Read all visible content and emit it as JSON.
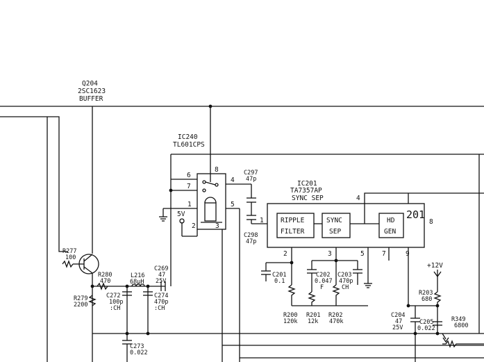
{
  "colors": {
    "ink": "#111111",
    "paper": "#ffffff"
  },
  "q204": {
    "ref": "Q204",
    "part": "2SC1623",
    "role": "BUFFER"
  },
  "ic240": {
    "ref": "IC240",
    "part": "TL601CPS",
    "pins": [
      "6",
      "8",
      "7",
      "4",
      "1",
      "5",
      "2",
      "3"
    ]
  },
  "ic201": {
    "ref": "IC201",
    "part": "TA7357AP",
    "role": "SYNC SEP",
    "number": "201",
    "blocks": {
      "ripple_1": "RIPPLE",
      "ripple_2": "FILTER",
      "sync_1": "SYNC",
      "sync_2": "SEP",
      "hd_1": "HD",
      "hd_2": "GEN"
    },
    "pins": [
      "1",
      "2",
      "3",
      "4",
      "5",
      "7",
      "8",
      "9"
    ]
  },
  "supplies": {
    "v5": "5V",
    "v12": "+12V"
  },
  "parts": {
    "r277": {
      "ref": "R277",
      "value": "100"
    },
    "r280": {
      "ref": "R280",
      "value": "470"
    },
    "r279": {
      "ref": "R279",
      "value": "2200"
    },
    "l216": {
      "ref": "L216",
      "value": "68μH"
    },
    "c269": {
      "ref": "C269",
      "value": "47",
      "rating": "25V"
    },
    "c272": {
      "ref": "C272",
      "value": "100p",
      "type": ":CH"
    },
    "c274": {
      "ref": "C274",
      "value": "470p",
      "type": ":CH"
    },
    "c273": {
      "ref": "C273",
      "value": "0.022"
    },
    "c297": {
      "ref": "C297",
      "value": "47p"
    },
    "c298": {
      "ref": "C298",
      "value": "47p"
    },
    "c201": {
      "ref": "C201",
      "value": "0.1"
    },
    "c202": {
      "ref": "C202",
      "value": "0.047",
      "type": "F"
    },
    "c203": {
      "ref": "C203",
      "value": "470p",
      "type": "CH"
    },
    "r200": {
      "ref": "R200",
      "value": "120k"
    },
    "r201": {
      "ref": "R201",
      "value": "12k"
    },
    "r202": {
      "ref": "R202",
      "value": "470k"
    },
    "c204": {
      "ref": "C204",
      "value": "47",
      "rating": "25V"
    },
    "c205": {
      "ref": "C205",
      "value": "0.022"
    },
    "r203": {
      "ref": "R203",
      "value": "680"
    },
    "r349": {
      "ref": "R349",
      "value": "6800"
    }
  }
}
